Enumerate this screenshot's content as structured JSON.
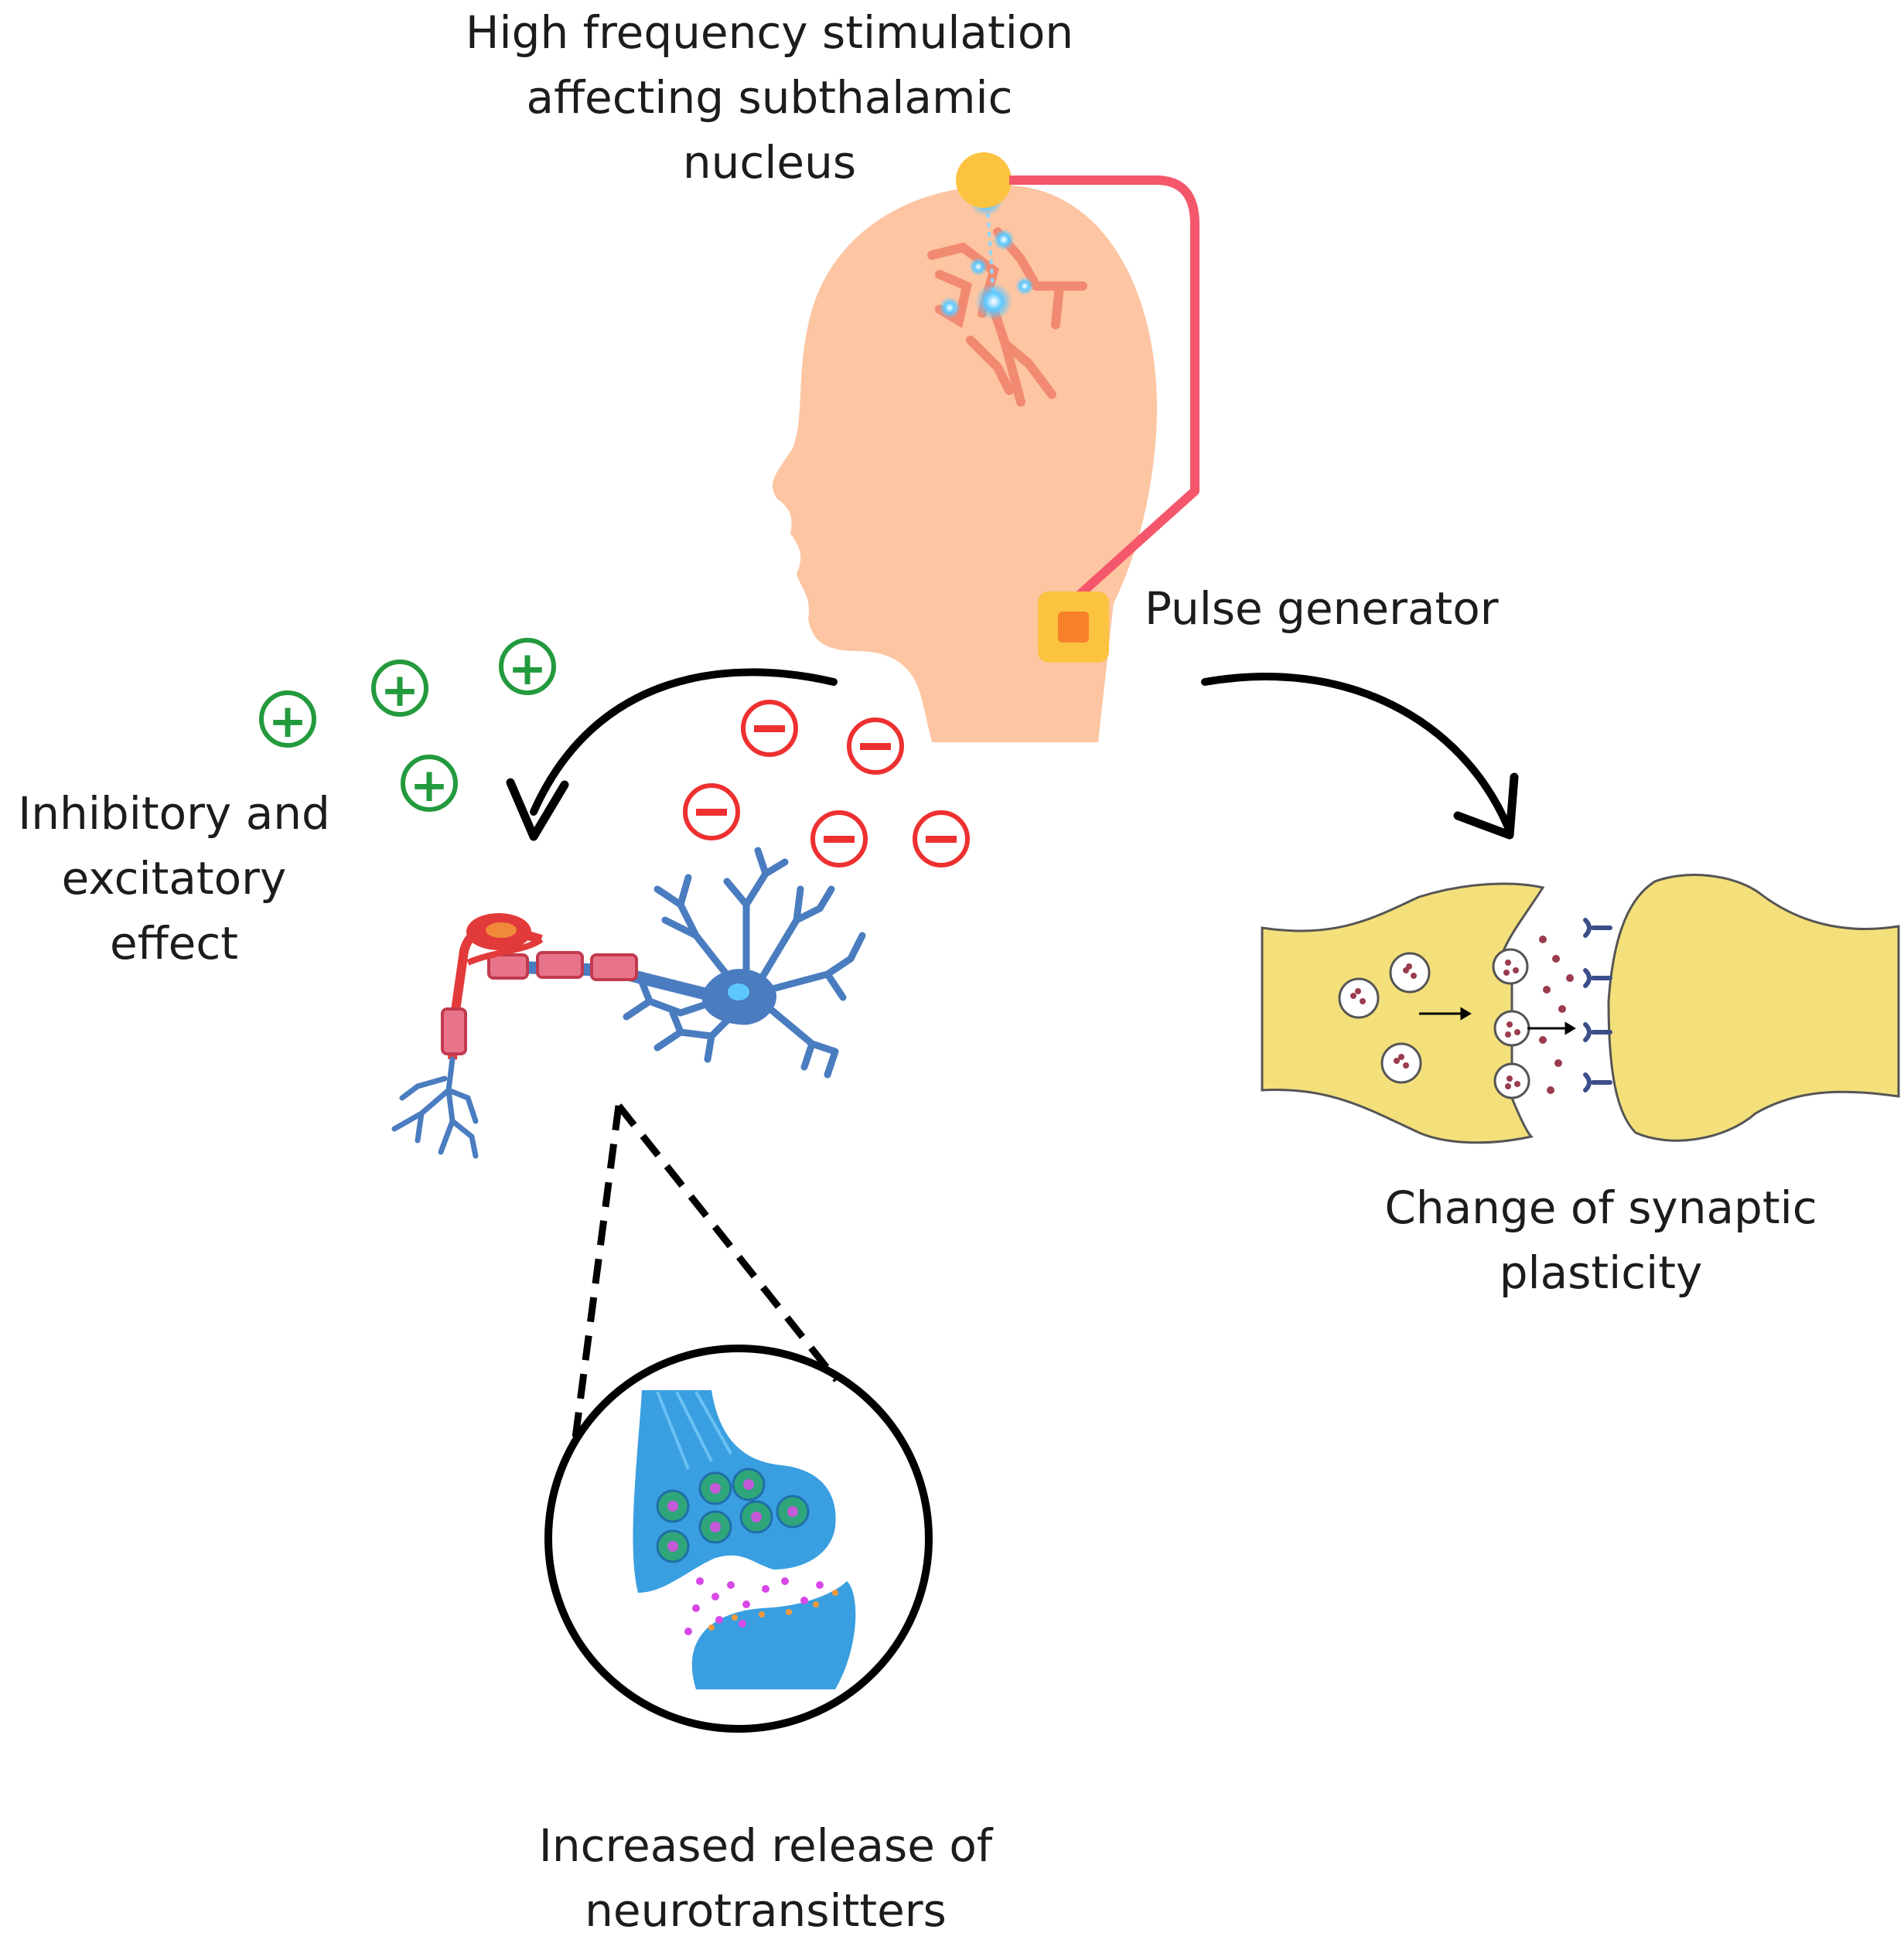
{
  "labels": {
    "stimulation": [
      "High frequency stimulation",
      "affecting subthalamic",
      "nucleus"
    ],
    "pulse_generator": "Pulse generator",
    "inhibitory_excitatory": [
      "Inhibitory and",
      "excitatory",
      "effect"
    ],
    "synaptic_plasticity": [
      "Change of synaptic",
      "plasticity"
    ],
    "neurotransmitters": [
      "Increased release of",
      "neurotransitters"
    ]
  },
  "symbols": {
    "plus": "+",
    "minus": "−"
  },
  "colors": {
    "skin": "#fdc5a2",
    "brain_lines": "#f28a72",
    "lead_wire": "#f4576b",
    "electrode": "#fbc340",
    "generator_outer": "#fbc340",
    "generator_inner": "#f7802a",
    "plus_green": "#239a3d",
    "minus_red": "#ee3030",
    "neuron_blue": "#4a7cc0",
    "neuron_red": "#e23a3a",
    "synapse_yellow": "#f4e07a",
    "synapse_blue": "#3a9fe0",
    "arrows": "#000000"
  }
}
